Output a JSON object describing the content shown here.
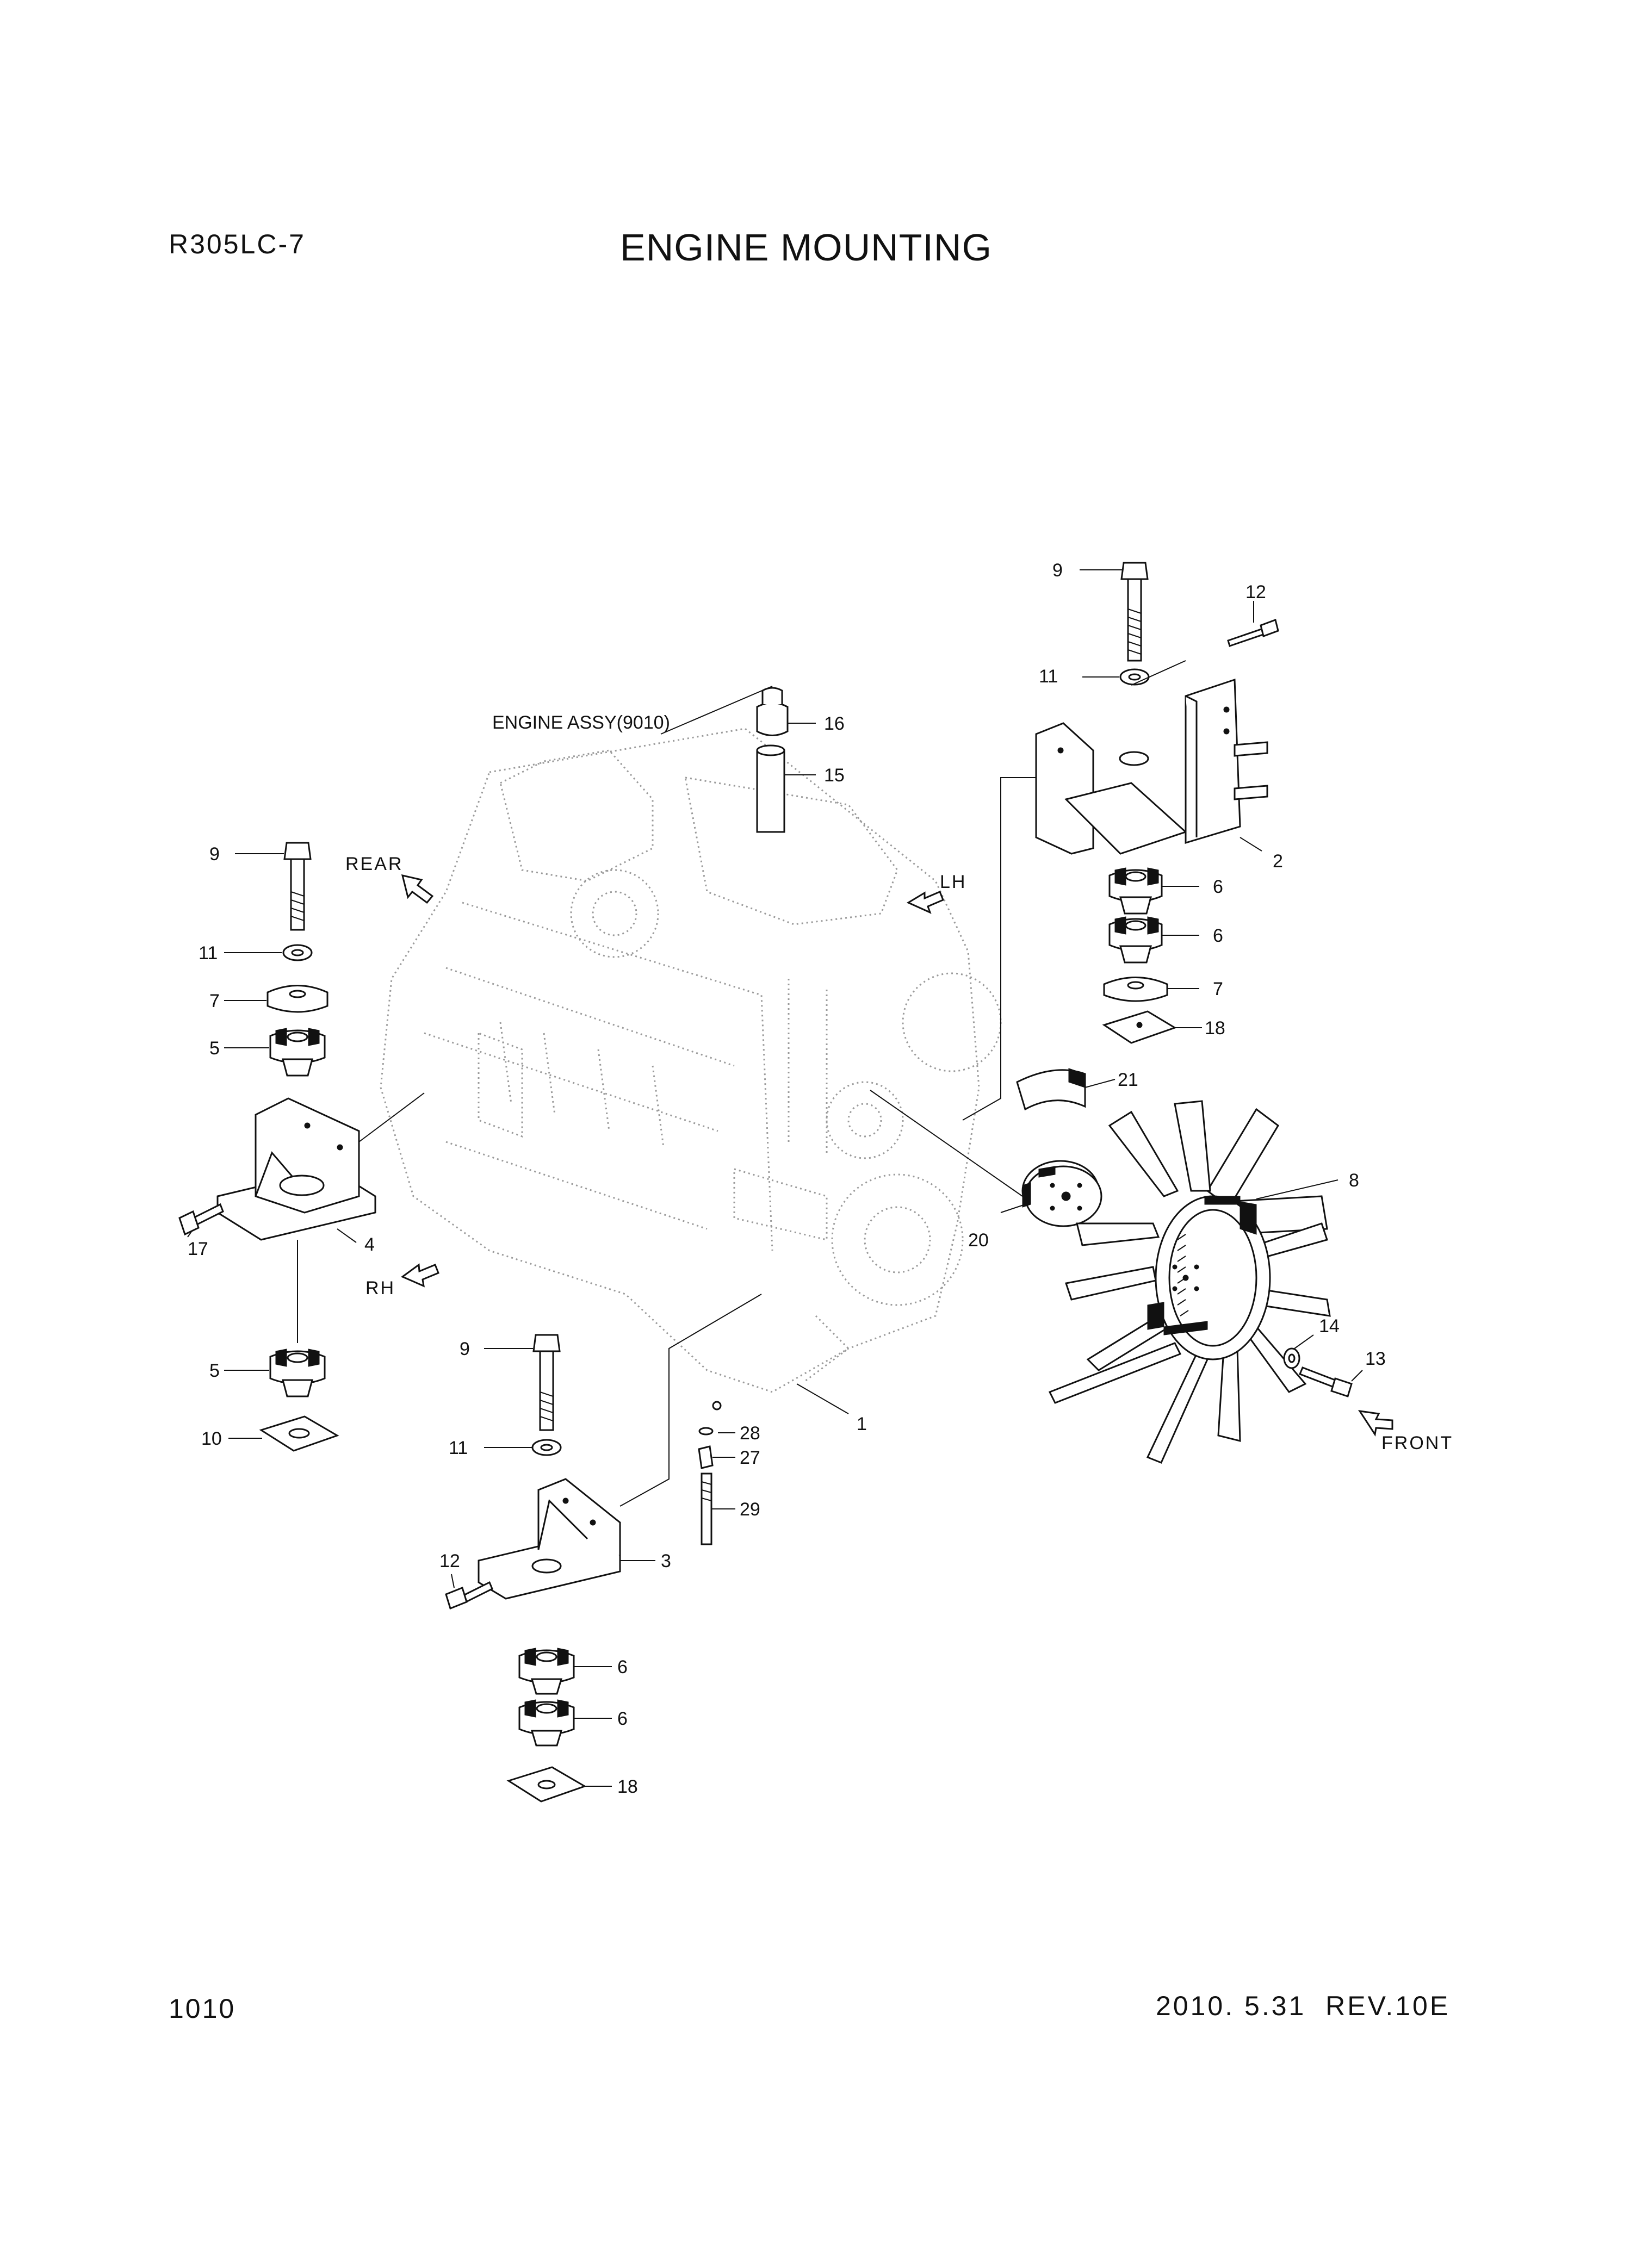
{
  "header": {
    "model": "R305LC-7",
    "title": "ENGINE MOUNTING"
  },
  "footer": {
    "page_number": "1010",
    "revision": "2010. 5.31  REV.10E"
  },
  "diagram": {
    "assembly_label": "ENGINE ASSY(9010)",
    "directions": {
      "rear": "REAR",
      "lh": "LH",
      "rh": "RH",
      "front": "FRONT"
    },
    "callouts": {
      "c9a": "9",
      "c12a": "12",
      "c11a": "11",
      "c2": "2",
      "c6a": "6",
      "c6b": "6",
      "c7a": "7",
      "c18a": "18",
      "c16": "16",
      "c15": "15",
      "c9b": "9",
      "c11b": "11",
      "c7b": "7",
      "c5a": "5",
      "c17": "17",
      "c4": "4",
      "c5b": "5",
      "c10": "10",
      "c21": "21",
      "c8": "8",
      "c20": "20",
      "c14": "14",
      "c13": "13",
      "c1": "1",
      "c28": "28",
      "c27": "27",
      "c29": "29",
      "c9c": "9",
      "c11c": "11",
      "c12c": "12",
      "c3": "3",
      "c6c": "6",
      "c6d": "6",
      "c18c": "18"
    }
  }
}
